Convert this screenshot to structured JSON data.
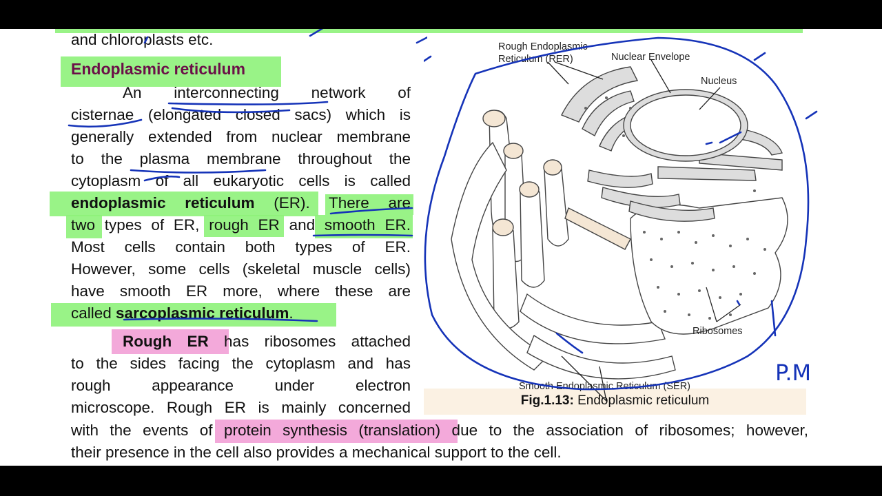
{
  "text": {
    "line0": "and chloroplasts etc.",
    "heading": "Endoplasmic reticulum",
    "p1": [
      "An interconnecting network of",
      "cisternae (elongated closed sacs) which is",
      "generally extended from nuclear membrane",
      "to the plasma membrane throughout the",
      "cytoplasm of all eukaryotic cells is called"
    ],
    "p1_bold": "endoplasmic reticulum",
    "p1_after_bold": " (ER). There are",
    "p1_l7": "two types of ER, rough ER and smooth ER.",
    "p1_l8": "Most cells contain both types of ER.",
    "p1_l9": "However, some cells (skeletal muscle cells)",
    "p1_l10": "have smooth ER more, where these are",
    "p1_l11_pre": "called ",
    "p1_l11_bold": "sarcoplasmic reticulum",
    "p1_l11_post": ".",
    "p2_bold": "Rough ER",
    "p2_l1_rest": " has ribosomes attached",
    "p2_l2": "to the sides facing the cytoplasm and has",
    "p2_l3": "rough appearance under electron",
    "p2_l4": "microscope. Rough ER is mainly concerned",
    "p2_l5": "with the events of protein synthesis (translation) due to the association of ribosomes; however,",
    "p2_l6": "their presence in the cell also provides a mechanical support to the cell."
  },
  "figure": {
    "labels": {
      "rer_line1": "Rough Endoplasmic",
      "rer_line2": "Reticulum (RER)",
      "nuclear_envelope": "Nuclear Envelope",
      "nucleus": "Nucleus",
      "ribosomes": "Ribosomes",
      "ser": "Smooth Endoplasmic Reticulum (SER)"
    },
    "caption_bold": "Fig.1.13:",
    "caption_text": " Endoplasmic reticulum",
    "annotation": "P.M"
  },
  "colors": {
    "highlight_green": "#8ef27a",
    "highlight_pink": "#f19ad4",
    "heading": "#6b1048",
    "ink": "#1533b8",
    "caption_bg": "#fbf1e3"
  }
}
